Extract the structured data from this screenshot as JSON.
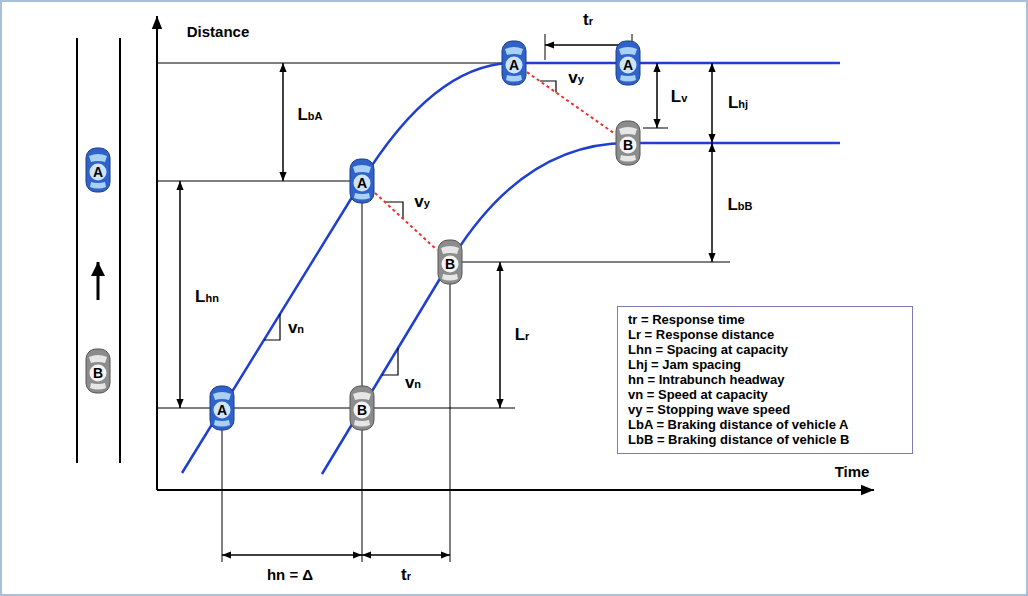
{
  "diagram": {
    "nodes": [
      {
        "text": [
          "A"
        ]
      },
      {
        "text": [
          "B"
        ]
      },
      {
        "text": [
          "A"
        ]
      },
      {
        "text": [
          "A"
        ]
      },
      {
        "text": [
          "A"
        ]
      },
      {
        "text": [
          "B"
        ]
      },
      {
        "text": [
          "B"
        ]
      },
      {
        "text": [
          "A"
        ]
      },
      {
        "text": [
          "B"
        ]
      },
      {
        "text": [
          "tr = Response time",
          "Lr = Response distance",
          "Lhn = Spacing at capacity",
          "Lhj = Jam spacing",
          "hn = Intrabunch headway",
          "vn = Speed at capacity",
          "vy = Stopping wave speed",
          "LbA = Braking distance of vehicle A",
          "LbB = Braking distance of vehicle B"
        ]
      }
    ],
    "edges": [
      {
        "from": 4,
        "to": 6,
        "arrow": "none"
      },
      {
        "from": 2,
        "to": 5,
        "arrow": "none"
      }
    ],
    "labels": [
      "tr",
      "Distance",
      "vy",
      "LbA",
      "Lv",
      "Lhj",
      "vy",
      "LbB",
      "Lhn",
      "vn",
      "Lr",
      "vn",
      "Time",
      "hn = Δ",
      "tr"
    ]
  }
}
